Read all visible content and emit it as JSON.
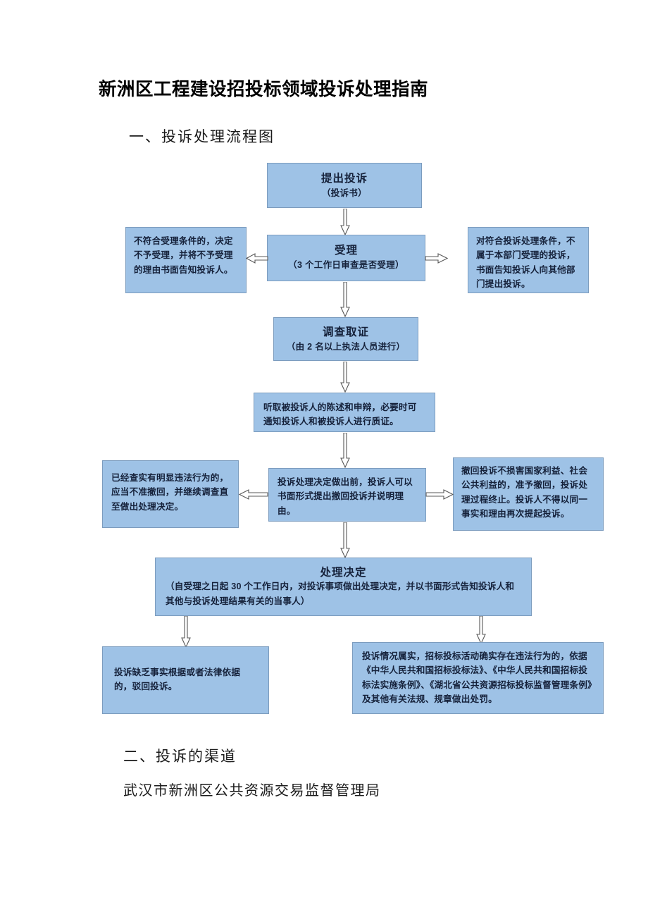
{
  "document": {
    "title": "新洲区工程建设招投标领域投诉处理指南",
    "sections": {
      "flow_heading": "一、投诉处理流程图",
      "channel_heading": "二、投诉的渠道",
      "bureau": "武汉市新洲区公共资源交易监督管理局"
    }
  },
  "colors": {
    "node_fill": "#9EC2E6",
    "node_border": "#7C9CBE",
    "text": "#15213a",
    "page_background": "#FFFFFF"
  },
  "chart_data": {
    "type": "diagram",
    "title": "投诉处理流程图",
    "nodes": [
      {
        "id": "submit",
        "title": "提出投诉",
        "sub": "（投诉书）"
      },
      {
        "id": "accept",
        "title": "受理",
        "sub": "（3 个工作日审查是否受理）"
      },
      {
        "id": "reject_left",
        "text": "不符合受理条件的，决定不予受理，并将不予受理的理由书面告知投诉人。"
      },
      {
        "id": "other_right",
        "text": "对符合投诉处理条件，不属于本部门受理的投诉，书面告知投诉人向其他部门提出投诉。"
      },
      {
        "id": "investigate",
        "title": "调查取证",
        "sub": "（由 2 名以上执法人员进行）"
      },
      {
        "id": "hearing",
        "text": "听取被投诉人的陈述和申辩，必要时可通知投诉人和被投诉人进行质证。"
      },
      {
        "id": "withdraw",
        "text": "投诉处理决定做出前，投诉人可以书面形式提出撤回投诉并说明理由。"
      },
      {
        "id": "continue_left",
        "text": "已经查实有明显违法行为的，应当不准撤回，并继续调查直至做出处理决定。"
      },
      {
        "id": "allow_right",
        "text": "撤回投诉不损害国家利益、社会公共利益的，准予撤回，投诉处理过程终止。投诉人不得以同一事实和理由再次提起投诉。"
      },
      {
        "id": "decision",
        "title": "处理决定",
        "sub": "（自受理之日起 30 个工作日内，对投诉事项做出处理决定，并以书面形式告知投诉人和其他与投诉处理结果有关的当事人）"
      },
      {
        "id": "dismiss",
        "text": "投诉缺乏事实根据或者法律依据的，驳回投诉。"
      },
      {
        "id": "penalty",
        "text": "投诉情况属实，招标投标活动确实存在违法行为的，依据《中华人民共和国招标投标法》、《中华人民共和国招标投标法实施条例》、《湖北省公共资源招标投标监督管理条例》及其他有关法规、规章做出处罚。"
      }
    ],
    "edges": [
      {
        "from": "submit",
        "to": "accept",
        "direction": "down"
      },
      {
        "from": "accept",
        "to": "reject_left",
        "direction": "left"
      },
      {
        "from": "accept",
        "to": "other_right",
        "direction": "right"
      },
      {
        "from": "accept",
        "to": "investigate",
        "direction": "down"
      },
      {
        "from": "investigate",
        "to": "hearing",
        "direction": "down"
      },
      {
        "from": "hearing",
        "to": "withdraw",
        "direction": "down"
      },
      {
        "from": "withdraw",
        "to": "continue_left",
        "direction": "left"
      },
      {
        "from": "withdraw",
        "to": "allow_right",
        "direction": "right"
      },
      {
        "from": "withdraw",
        "to": "decision",
        "direction": "down"
      },
      {
        "from": "decision",
        "to": "dismiss",
        "direction": "down"
      },
      {
        "from": "decision",
        "to": "penalty",
        "direction": "down"
      }
    ]
  },
  "nodes": {
    "submit": {
      "title": "提出投诉",
      "sub": "（投诉书）"
    },
    "accept": {
      "title": "受理",
      "sub": "（3 个工作日审查是否受理）"
    },
    "reject_left": {
      "text": "不符合受理条件的，决定不予受理，并将不予受理的理由书面告知投诉人。"
    },
    "other_right": {
      "text": "对符合投诉处理条件，不属于本部门受理的投诉，书面告知投诉人向其他部门提出投诉。"
    },
    "investigate": {
      "title": "调查取证",
      "sub": "（由 2 名以上执法人员进行）"
    },
    "hearing": {
      "text": "听取被投诉人的陈述和申辩，必要时可通知投诉人和被投诉人进行质证。"
    },
    "withdraw": {
      "text": "投诉处理决定做出前，投诉人可以书面形式提出撤回投诉并说明理由。"
    },
    "continue_left": {
      "text": "已经查实有明显违法行为的，应当不准撤回，并继续调查直至做出处理决定。"
    },
    "allow_right": {
      "text": "撤回投诉不损害国家利益、社会公共利益的，准予撤回，投诉处理过程终止。投诉人不得以同一事实和理由再次提起投诉。"
    },
    "decision": {
      "title": "处理决定",
      "sub": "（自受理之日起 30 个工作日内，对投诉事项做出处理决定，并以书面形式告知投诉人和其他与投诉处理结果有关的当事人）"
    },
    "dismiss": {
      "text": "投诉缺乏事实根据或者法律依据的，驳回投诉。"
    },
    "penalty": {
      "text": "投诉情况属实，招标投标活动确实存在违法行为的，依据《中华人民共和国招标投标法》、《中华人民共和国招标投标法实施条例》、《湖北省公共资源招标投标监督管理条例》及其他有关法规、规章做出处罚。"
    }
  }
}
